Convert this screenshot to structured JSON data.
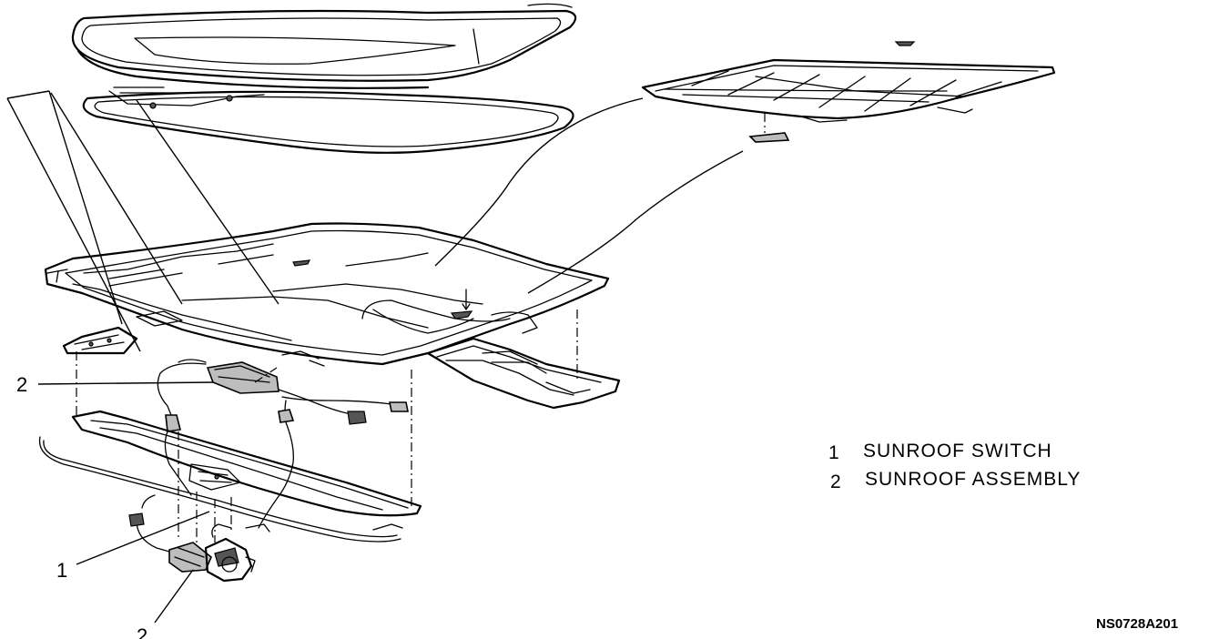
{
  "callouts": [
    {
      "number": "2"
    },
    {
      "number": "1"
    },
    {
      "number": "2"
    }
  ],
  "legend": {
    "items": [
      {
        "number": "1",
        "label": "SUNROOF SWITCH"
      },
      {
        "number": "2",
        "label": "SUNROOF ASSEMBLY"
      }
    ]
  },
  "figure_code": "NS0728A201"
}
